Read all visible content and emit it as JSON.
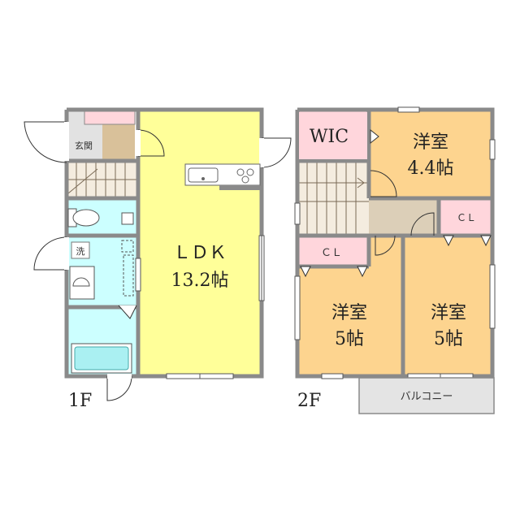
{
  "floors": {
    "first": {
      "label": "1F",
      "rooms": {
        "entrance": "玄関",
        "washroom": "洗",
        "ldk_line1": "ＬＤＫ",
        "ldk_line2": "13.2帖"
      }
    },
    "second": {
      "label": "2F",
      "rooms": {
        "wic": "WIC",
        "room_top_line1": "洋室",
        "room_top_line2": "4.4帖",
        "closet_left": "ＣＬ",
        "closet_right": "ＣＬ",
        "room_left_line1": "洋室",
        "room_left_line2": "5帖",
        "room_right_line1": "洋室",
        "room_right_line2": "5帖",
        "balcony": "バルコニー"
      }
    }
  },
  "colors": {
    "wall": "#8a8a8a",
    "ldk": "#ffff99",
    "wet_area": "#ccffff",
    "entrance_floor": "#d9c19a",
    "closet": "#ffd6dc",
    "western_room": "#fdd48f",
    "hall": "#dccfb8",
    "balcony": "#e4e4e4",
    "stairs": "#f4ecdf"
  }
}
